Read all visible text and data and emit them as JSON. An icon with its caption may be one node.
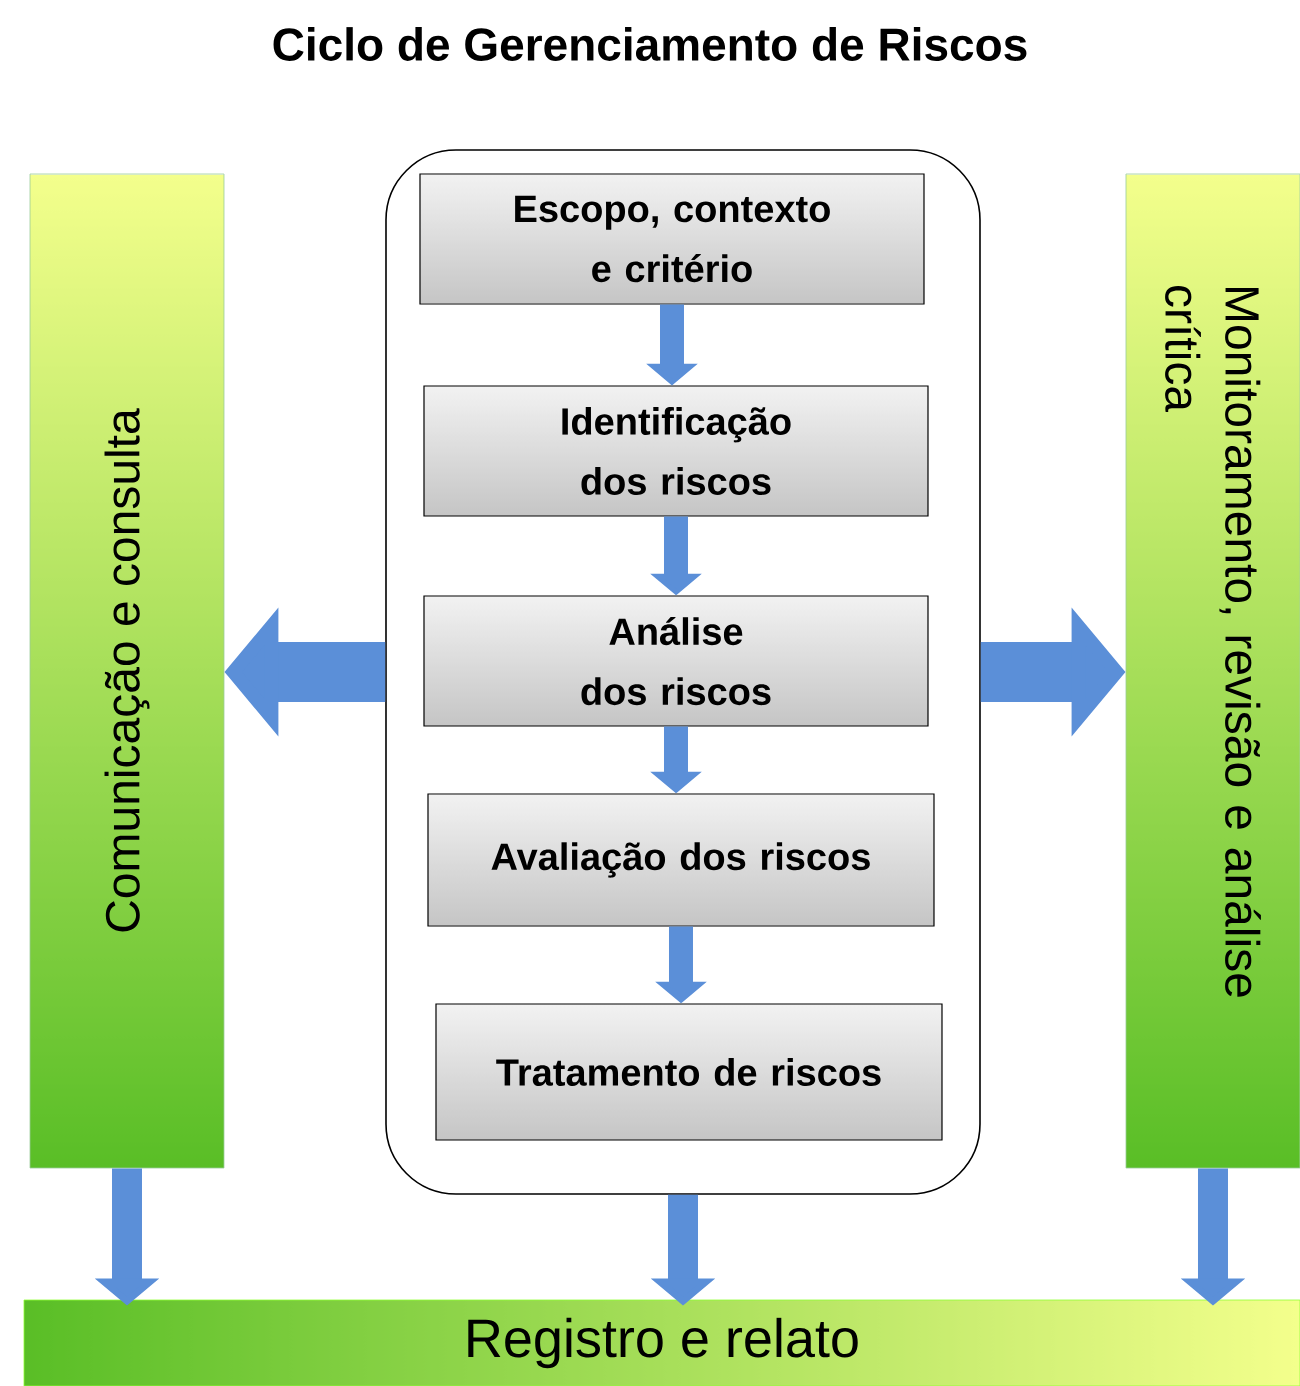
{
  "diagram": {
    "title": "Ciclo de Gerenciamento de Riscos",
    "nodes": [
      {
        "text": [],
        "shape": "box"
      },
      {
        "text": [
          "Escopo, contexto e critério"
        ],
        "in": 0
      },
      {
        "text": [
          "Identificação dos riscos"
        ],
        "in": 0
      },
      {
        "text": [
          "Análise dos riscos"
        ],
        "in": 0
      },
      {
        "text": [
          "Avaliação dos riscos"
        ],
        "in": 0
      },
      {
        "text": [
          "Tratamento de riscos"
        ],
        "in": 0
      },
      {
        "text": [
          "Comunicação e consulta"
        ]
      },
      {
        "text": [
          "Monitoramento, revisão e análise crítica"
        ]
      },
      {
        "text": [
          "Registro e relato"
        ]
      }
    ],
    "edges": [
      {
        "from": 1,
        "to": 2,
        "arrow": "to"
      },
      {
        "from": 2,
        "to": 3,
        "arrow": "to"
      },
      {
        "from": 3,
        "to": 4,
        "arrow": "to"
      },
      {
        "from": 4,
        "to": 5,
        "arrow": "to"
      },
      {
        "from": 0,
        "to": 6,
        "arrow": "to",
        "style": "thick"
      },
      {
        "from": 0,
        "to": 7,
        "arrow": "to",
        "style": "thick"
      },
      {
        "from": 6,
        "to": 8,
        "arrow": "to"
      },
      {
        "from": 0,
        "to": 8,
        "arrow": "to"
      },
      {
        "from": 7,
        "to": 8,
        "arrow": "to"
      }
    ]
  }
}
